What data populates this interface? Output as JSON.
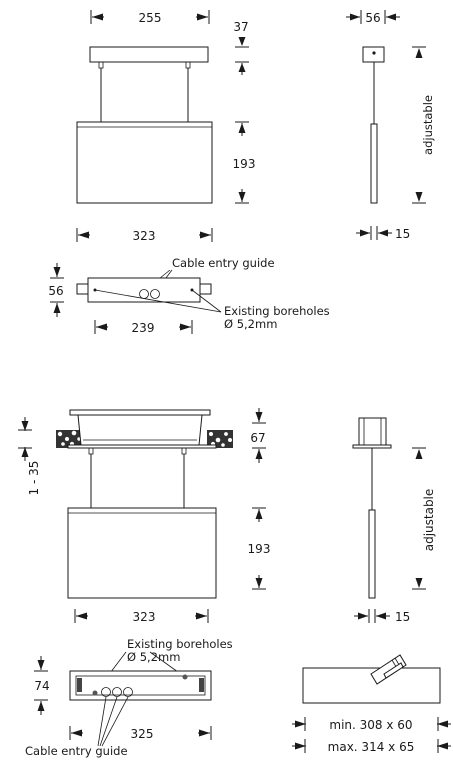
{
  "top_view": {
    "dim_canopy_width": "255",
    "dim_canopy_height": "37",
    "dim_side_width": "56",
    "dim_suspension": "adjustable",
    "dim_sign_height": "193",
    "dim_sign_width": "323",
    "dim_sign_depth": "15",
    "cable_entry_label": "Cable entry guide",
    "dim_base_depth": "56",
    "boreholes_label": "Existing boreholes",
    "boreholes_size": "Ø 5,2mm",
    "dim_borehole_spacing": "239"
  },
  "bottom_view": {
    "dim_mount_range": "1 - 35",
    "dim_housing_height": "67",
    "dim_suspension": "adjustable",
    "dim_sign_height": "193",
    "dim_sign_width": "323",
    "dim_sign_depth": "15",
    "boreholes_label": "Existing boreholes",
    "boreholes_size": "Ø 5,2mm",
    "dim_base_depth": "74",
    "dim_base_width": "325",
    "cable_entry_label": "Cable entry guide",
    "cutout_min": "min. 308 x 60",
    "cutout_max": "max. 314 x 65"
  }
}
